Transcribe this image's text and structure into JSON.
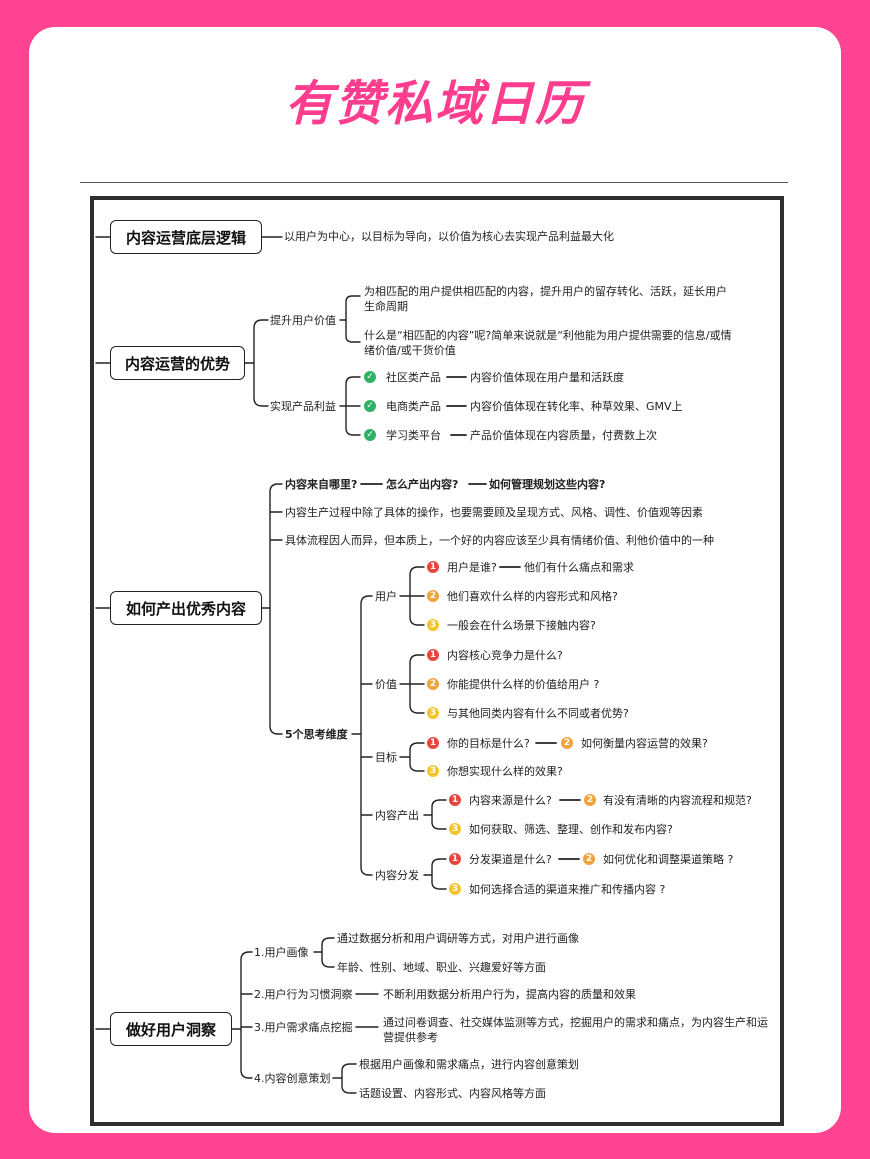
{
  "header": {
    "title": "有赞私域日历"
  },
  "colors": {
    "background": "#ff4393",
    "title": "#ff3d8f",
    "frame": "#2e2e2e"
  },
  "mindmap": {
    "logic": {
      "title": "内容运营底层逻辑",
      "desc": "以用户为中心，以目标为导向，以价值为核心去实现产品利益最大化"
    },
    "advantage": {
      "title": "内容运营的优势",
      "value": {
        "label": "提升用户价值",
        "items": [
          "为相匹配的用户提供相匹配的内容，提升用户的留存转化、活跃，延长用户生命周期",
          "什么是“相匹配的内容”呢?简单来说就是“利他能为用户提供需要的信息/或情绪价值/或干货价值"
        ]
      },
      "benefit": {
        "label": "实现产品利益",
        "items": [
          {
            "icon": "check-icon",
            "type": "社区类产品",
            "desc": "内容价值体现在用户量和活跃度"
          },
          {
            "icon": "check-icon",
            "type": "电商类产品",
            "desc": "内容价值体现在转化率、种草效果、GMV上"
          },
          {
            "icon": "check-icon",
            "type": "学习类平台",
            "desc": "产品价值体现在内容质量，付费数上次"
          }
        ]
      }
    },
    "produce": {
      "title": "如何产出优秀内容",
      "q1": "内容来自哪里?",
      "q2": "怎么产出内容?",
      "q3": "如何管理规划这些内容?",
      "line2": "内容生产过程中除了具体的操作，也要需要顾及呈现方式、风格、调性、价值观等因素",
      "line3": "具体流程因人而异，但本质上，一个好的内容应该至少具有情绪价值、利他价值中的一种",
      "dims_label": "5个思考维度",
      "user": {
        "label": "用户",
        "q1": "用户是谁?",
        "q1b": "他们有什么痛点和需求",
        "q2": "他们喜欢什么样的内容形式和风格?",
        "q3": "一般会在什么场景下接触内容?"
      },
      "value": {
        "label": "价值",
        "q1": "内容核心竞争力是什么?",
        "q2": "你能提供什么样的价值给用户 ?",
        "q3": "与其他同类内容有什么不同或者优势?"
      },
      "goal": {
        "label": "目标",
        "q1": "你的目标是什么?",
        "q2": "如何衡量内容运营的效果?",
        "q3": "你想实现什么样的效果?"
      },
      "output": {
        "label": "内容产出",
        "q1": "内容来源是什么?",
        "q2": "有没有清晰的内容流程和规范?",
        "q3": "如何获取、筛选、整理、创作和发布内容?"
      },
      "distribute": {
        "label": "内容分发",
        "q1": "分发渠道是什么?",
        "q2": "如何优化和调整渠道策略 ?",
        "q3": "如何选择合适的渠道来推广和传播内容 ?"
      },
      "icons": {
        "n1": "1",
        "n2": "2",
        "n3": "3"
      }
    },
    "insight": {
      "title": "做好用户洞察",
      "portrait": {
        "label": "1.用户画像",
        "items": [
          "通过数据分析和用户调研等方式，对用户进行画像",
          "年龄、性别、地域、职业、兴趣爱好等方面"
        ]
      },
      "habit": {
        "label": "2.用户行为习惯洞察",
        "desc": "不断利用数据分析用户行为，提高内容的质量和效果"
      },
      "pain": {
        "label": "3.用户需求痛点挖掘",
        "desc": "通过问卷调查、社交媒体监测等方式，挖掘用户的需求和痛点，为内容生产和运营提供参考"
      },
      "creative": {
        "label": "4.内容创意策划",
        "items": [
          "根据用户画像和需求痛点，进行内容创意策划",
          "话题设置、内容形式、内容风格等方面"
        ]
      }
    }
  }
}
